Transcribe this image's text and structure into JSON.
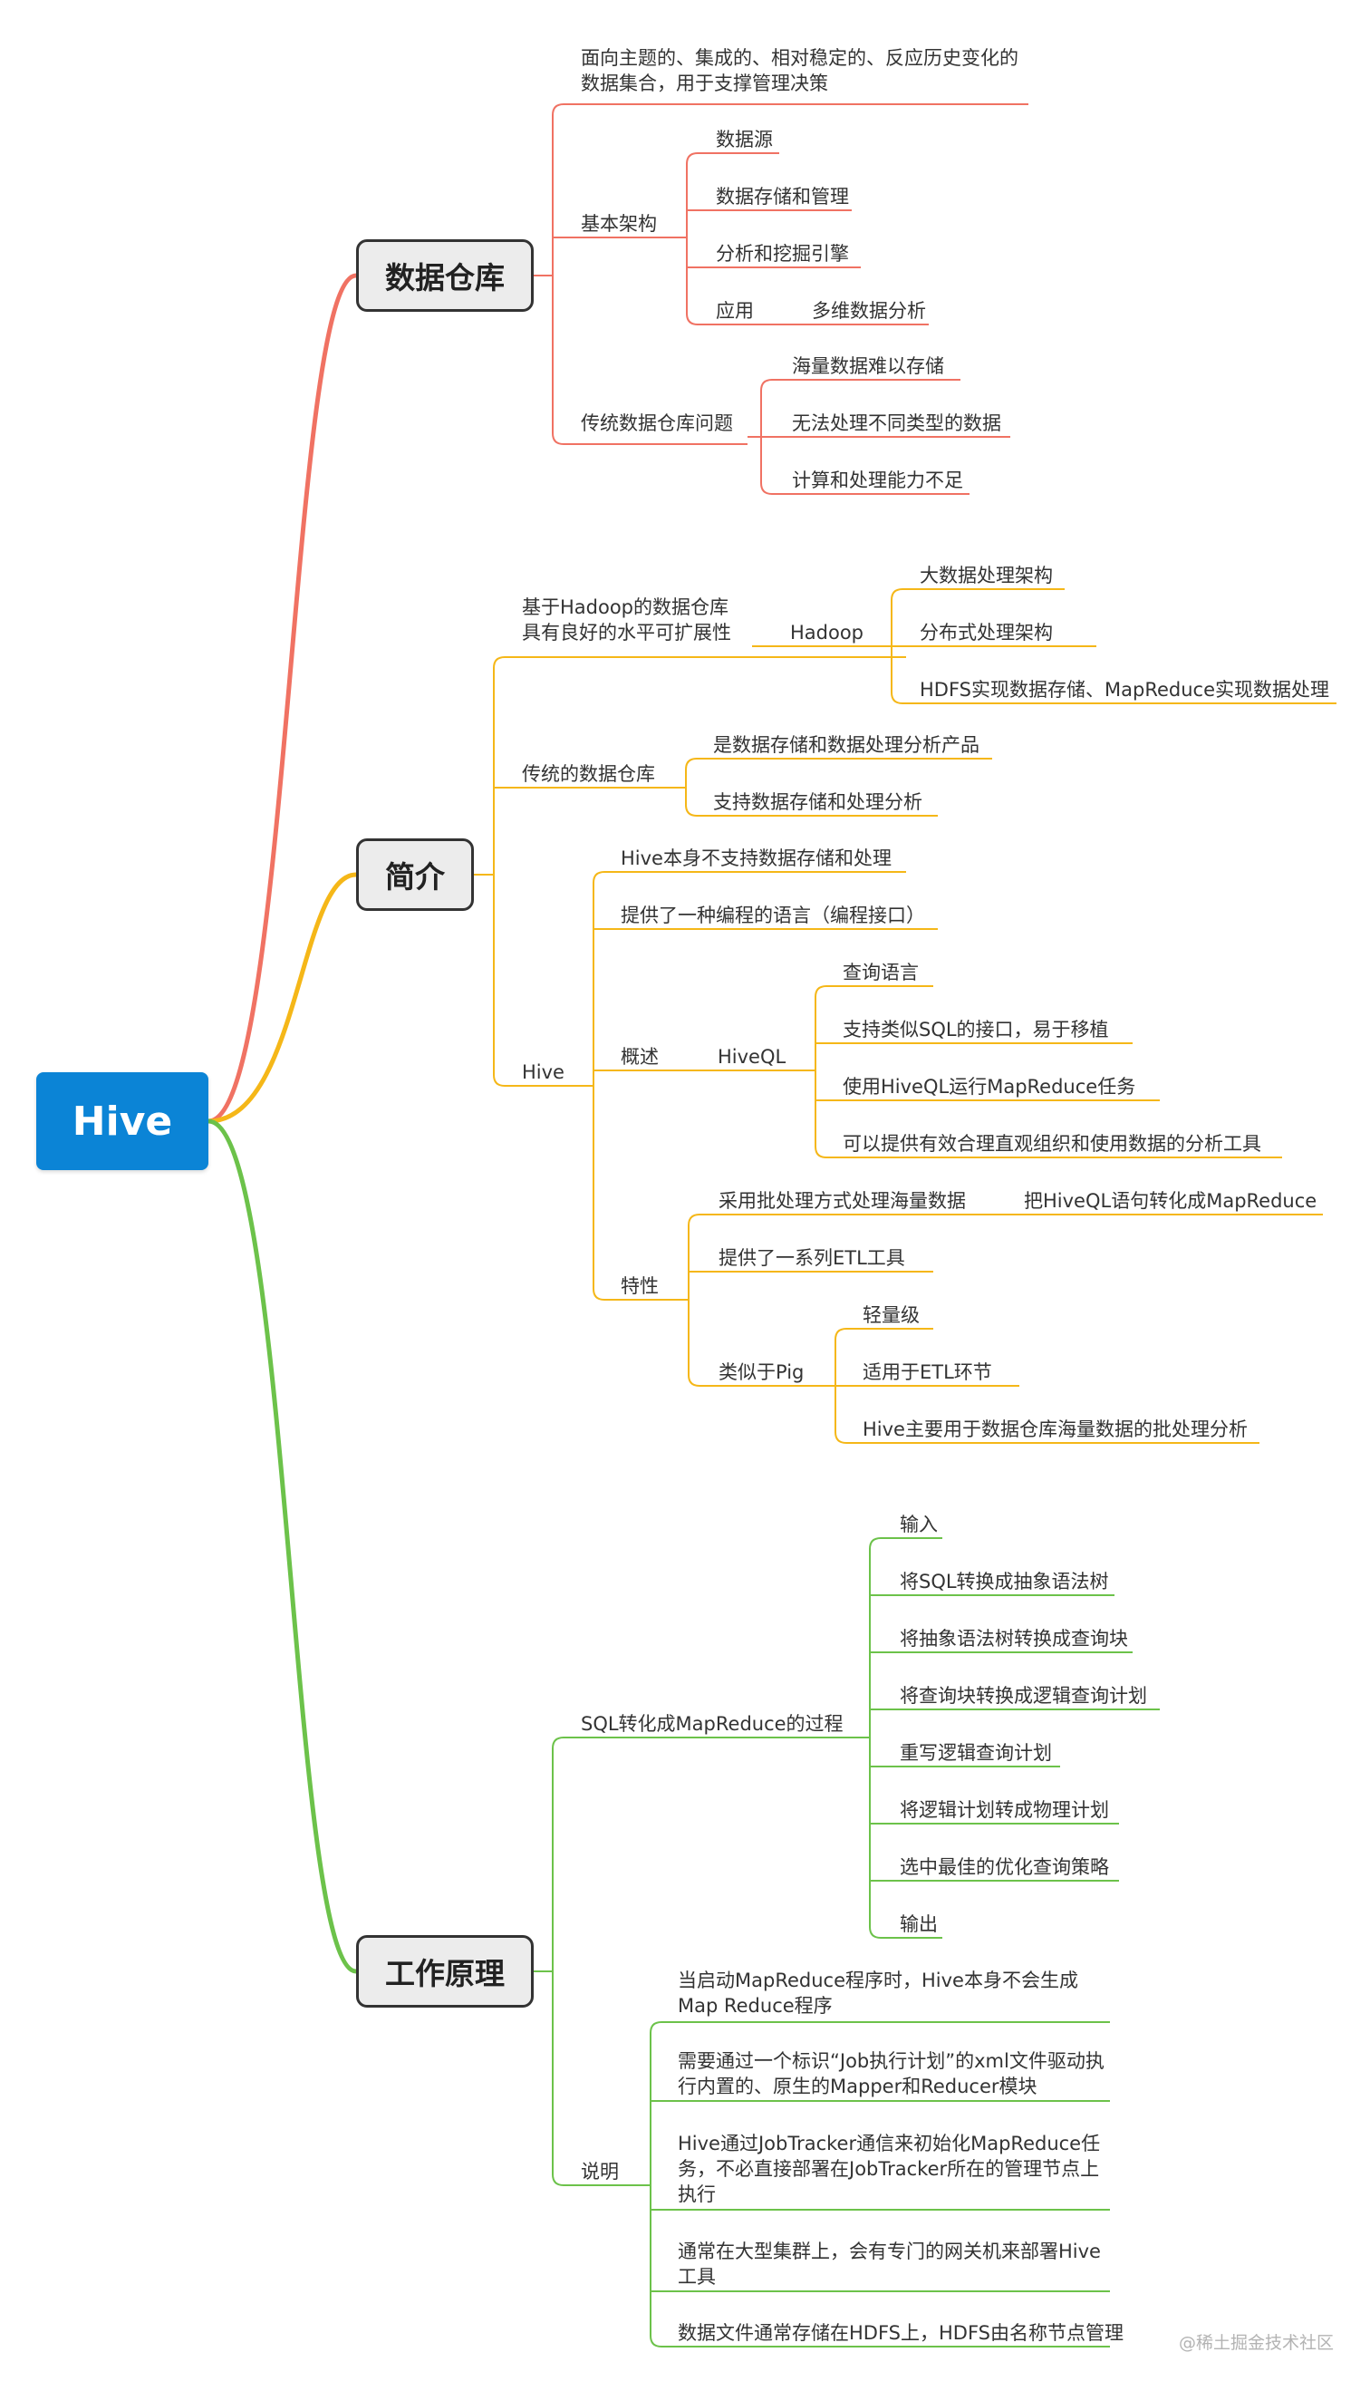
{
  "root": "Hive",
  "colors": {
    "root": "#0b84d6",
    "branch_dw": "#f07263",
    "branch_intro": "#f5b718",
    "branch_work": "#6cc24a",
    "main_fill": "#ececec",
    "main_border": "#333333"
  },
  "branches": [
    {
      "title": "数据仓库"
    },
    {
      "title": "简介"
    },
    {
      "title": "工作原理"
    }
  ],
  "dw": {
    "definition": [
      "面向主题的、集成的、相对稳定的、反应历史变化的",
      "数据集合，用于支撑管理决策"
    ],
    "arch_label": "基本架构",
    "arch_items": [
      "数据源",
      "数据存储和管理",
      "分析和挖掘引擎",
      "应用"
    ],
    "app_child": "多维数据分析",
    "problems_label": "传统数据仓库问题",
    "problems": [
      "海量数据难以存储",
      "无法处理不同类型的数据",
      "计算和处理能力不足"
    ]
  },
  "intro": {
    "hadoop_desc": [
      "基于Hadoop的数据仓库",
      "具有良好的水平可扩展性"
    ],
    "hadoop_label": "Hadoop",
    "hadoop_items": [
      "大数据处理架构",
      "分布式处理架构",
      "HDFS实现数据存储、MapReduce实现数据处理"
    ],
    "traditional_label": "传统的数据仓库",
    "traditional_items": [
      "是数据存储和数据处理分析产品",
      "支持数据存储和处理分析"
    ],
    "hive_label": "Hive",
    "hive_items": [
      "Hive本身不支持数据存储和处理",
      "提供了一种编程的语言（编程接口）"
    ],
    "overview_label": "概述",
    "hiveql_label": "HiveQL",
    "hiveql_items": [
      "查询语言",
      "支持类似SQL的接口，易于移植",
      "使用HiveQL运行MapReduce任务",
      "可以提供有效合理直观组织和使用数据的分析工具"
    ],
    "feature_label": "特性",
    "feature_batch": "采用批处理方式处理海量数据",
    "feature_batch_child": "把HiveQL语句转化成MapReduce",
    "feature_etl": "提供了一系列ETL工具",
    "pig_label": "类似于Pig",
    "pig_items": [
      "轻量级",
      "适用于ETL环节",
      "Hive主要用于数据仓库海量数据的批处理分析"
    ]
  },
  "work": {
    "sql_label": "SQL转化成MapReduce的过程",
    "sql_steps": [
      "输入",
      "将SQL转换成抽象语法树",
      "将抽象语法树转换成查询块",
      "将查询块转换成逻辑查询计划",
      "重写逻辑查询计划",
      "将逻辑计划转成物理计划",
      "选中最佳的优化查询策略",
      "输出"
    ],
    "notes_label": "说明",
    "notes": [
      [
        "当启动MapReduce程序时，Hive本身不会生成",
        "Map Reduce程序"
      ],
      [
        "需要通过一个标识“Job执行计划”的xml文件驱动执",
        "行内置的、原生的Mapper和Reducer模块"
      ],
      [
        "Hive通过JobTracker通信来初始化MapReduce任",
        "务，不必直接部署在JobTracker所在的管理节点上",
        "执行"
      ],
      [
        "通常在大型集群上，会有专门的网关机来部署Hive",
        "工具"
      ],
      [
        "数据文件通常存储在HDFS上，HDFS由名称节点管理"
      ]
    ]
  },
  "watermark": "@稀土掘金技术社区"
}
